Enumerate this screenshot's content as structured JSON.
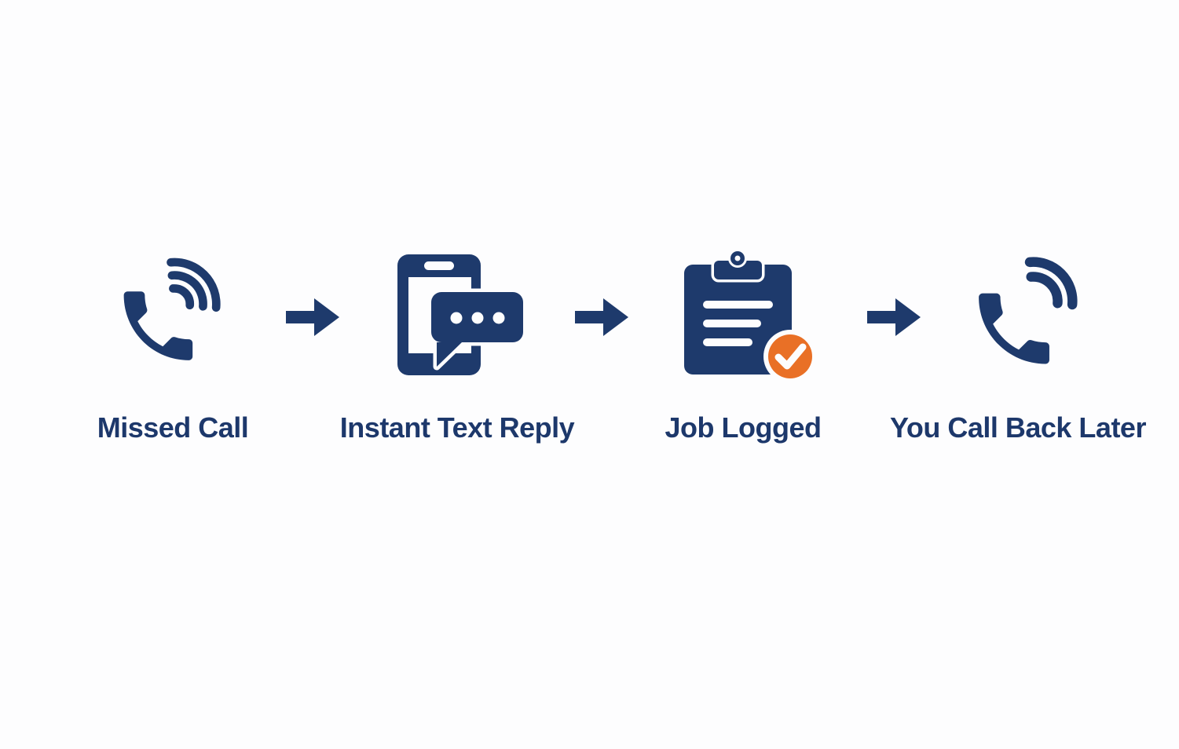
{
  "diagram": {
    "type": "process-flow",
    "background_color": "#fdfdfe",
    "connector": {
      "shape": "solid-block-arrow-right",
      "color": "#1e3a6c"
    },
    "colors": {
      "navy": "#1e3a6c",
      "text_navy": "#1d386b",
      "orange": "#e97026",
      "white": "#ffffff"
    },
    "steps": [
      {
        "label": "Missed Call",
        "icon": "phone-handset-ringing-icon",
        "icon_detail": "telephone handset with 3 signal waves"
      },
      {
        "label": "Instant Text Reply",
        "icon": "smartphone-chat-bubble-icon",
        "icon_detail": "smartphone with speech bubble containing 3 dots"
      },
      {
        "label": "Job Logged",
        "icon": "clipboard-check-icon",
        "icon_detail": "clipboard with 3 lines and orange checkmark badge"
      },
      {
        "label": "You Call Back Later",
        "icon": "phone-handset-callback-icon",
        "icon_detail": "telephone handset with 2 signal waves"
      }
    ]
  }
}
